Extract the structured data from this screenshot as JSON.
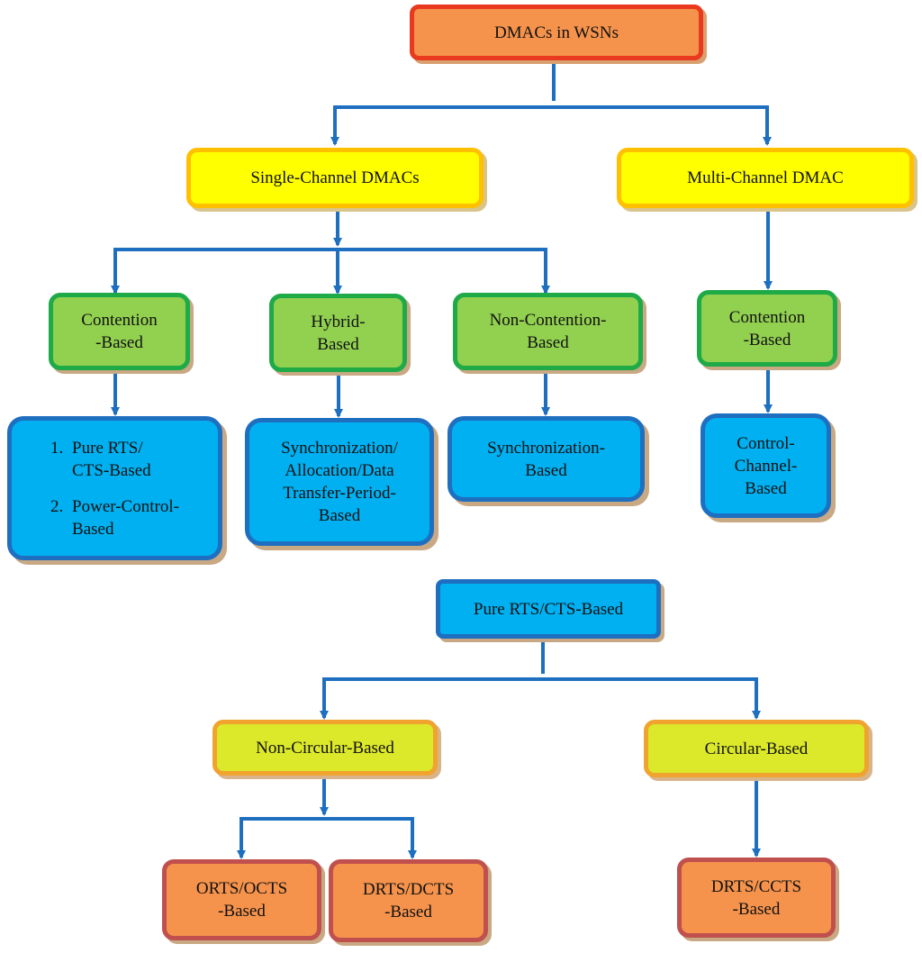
{
  "diagram": {
    "root": "DMACs in WSNs",
    "single_channel": "Single-Channel DMACs",
    "multi_channel": "Multi-Channel DMAC",
    "sc_contention": [
      "Contention",
      "-Based"
    ],
    "sc_hybrid": [
      "Hybrid-",
      "Based"
    ],
    "sc_noncontention": [
      "Non-Contention-",
      "Based"
    ],
    "mc_contention": [
      "Contention",
      "-Based"
    ],
    "contention_items": [
      {
        "num": "1.",
        "lines": [
          "Pure RTS/",
          "CTS-Based"
        ]
      },
      {
        "num": "2.",
        "lines": [
          "Power-Control-",
          "Based"
        ]
      }
    ],
    "hybrid_detail": [
      "Synchronization/",
      "Allocation/Data",
      "Transfer-Period-",
      "Based"
    ],
    "noncontention_detail": [
      "Synchronization-",
      "Based"
    ],
    "mc_detail": [
      "Control-",
      "Channel-",
      "Based"
    ],
    "pure_root": "Pure RTS/CTS-Based",
    "non_circular": "Non-Circular-Based",
    "circular": "Circular-Based",
    "orts": [
      "ORTS/OCTS",
      "-Based"
    ],
    "drts_dcts": [
      "DRTS/DCTS",
      "-Based"
    ],
    "drts_ccts": [
      "DRTS/CCTS",
      "-Based"
    ]
  },
  "colors": {
    "connector": "#1f6fc0"
  }
}
